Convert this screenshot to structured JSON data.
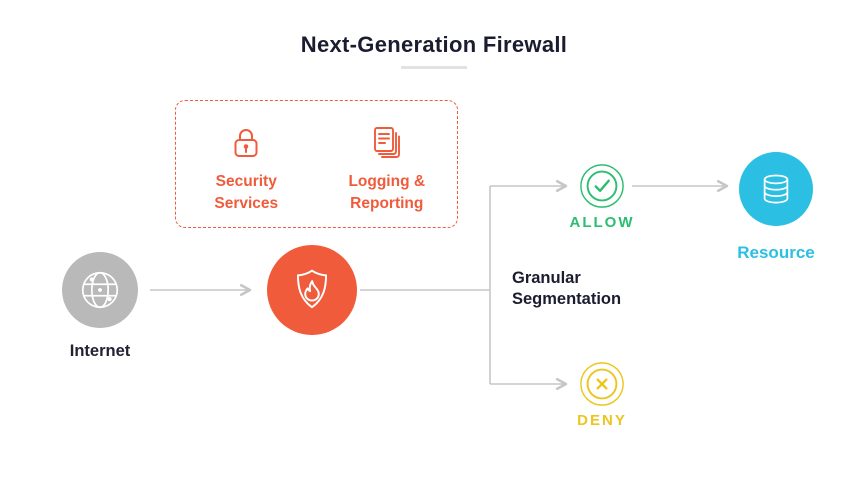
{
  "title": "Next-Generation Firewall",
  "services_panel": {
    "security_label": "Security Services",
    "logging_label": "Logging & Reporting"
  },
  "nodes": {
    "internet_label": "Internet",
    "allow_label": "ALLOW",
    "deny_label": "DENY",
    "resource_label": "Resource",
    "segmentation_label": "Granular Segmentation"
  },
  "icons": {
    "internet": "globe-network-icon",
    "firewall": "shield-flame-icon",
    "allow": "check-circle-icon",
    "deny": "x-circle-icon",
    "resource": "database-icon",
    "security": "lock-icon",
    "logging": "report-pages-icon"
  },
  "colors": {
    "orange": "#F05B3B",
    "gray_node": "#B9B9B9",
    "green": "#2BBE70",
    "yellow": "#EDC520",
    "cyan": "#2BBFE3",
    "dark_text": "#1C1C30",
    "connector": "#C6C6C6"
  }
}
